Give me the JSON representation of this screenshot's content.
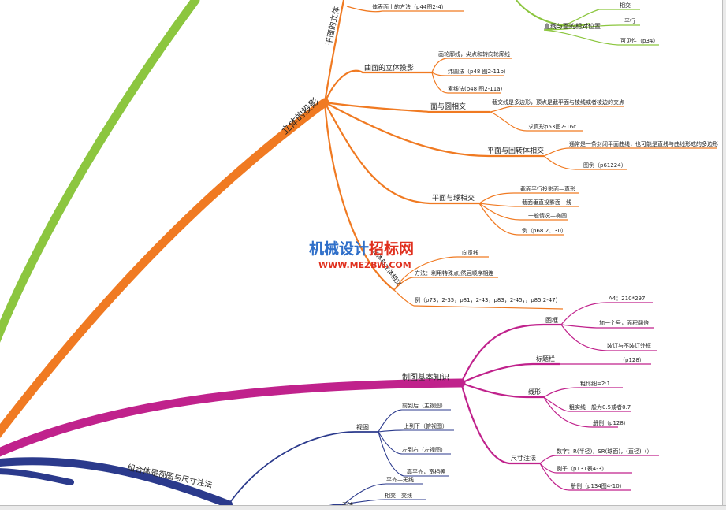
{
  "colors": {
    "orange": "#f07a22",
    "magenta": "#c0228c",
    "navy": "#2b3a8c",
    "green": "#8cc63f",
    "watermark_blue": "#2f6fc9",
    "watermark_red": "#e0301e"
  },
  "watermark": {
    "line1a": "机械设计",
    "line1b": "招标网",
    "line2": "WWW.MEZBW.COM"
  },
  "nodes": {
    "ortho": "立体的投影",
    "plane_solid": "平面的立体",
    "plane_surface_method": "体表面上的方法（p44图2-4）",
    "parallel_cross": "相交",
    "parallel_para": "平行",
    "visibility": "可见性（p34）",
    "line_plane_relation": "直线与面的相对位置",
    "curved_solid": "曲面的立体投影",
    "contour_line": "画轮廓线，尖点和转向轮廓线",
    "meridian": "纬圆法（p48 图2-11b）",
    "generatrix": "素线法(p48 图2-11a)",
    "plane_circle": "面与圆相交",
    "polygon_section": "截交线是多边形，顶点是截平面与棱线或者棱边的交点",
    "true_shape": "求真形p53图2-16c",
    "plane_revolve": "平面与回转体相交",
    "closed_curve": "通常是一条封闭平面曲线，也可能是直线与曲线形成的多边形",
    "example_61224": "图例（p61224）",
    "plane_sphere": "平面与球相交",
    "parallel_plane_circle": "截面平行投影面—真形",
    "perpendicular_line": "截面垂直投影面—线",
    "general_ellipse": "一般情况—椭圆",
    "example_68": "例（p68 2、30）",
    "solid_intersect": "立体与立体相交",
    "intersection_line": "向贯线",
    "special_point_method": "方法：利用特殊点,然后顺序相连",
    "examples_73": "例（p73，2-35，p81，2-43，p83，2-45，，p85,2-47）",
    "drawing_basics": "制图基本知识",
    "frame": "图框",
    "a4": "A4：210*297",
    "add_number": "加一个号，面积翻倍",
    "binding": "装订与不装订外框",
    "title_block": "标题栏",
    "p128_title": "（p128）",
    "line_type": "线形",
    "thickness_ratio": "粗比细=2:1",
    "thick_width": "粗实线一般为0.5或者0.7",
    "line_example": "册例（p128）",
    "dimension": "尺寸注法",
    "digits": "数字：R(半径)，SR(球面)，(直径)（）",
    "example_131": "例子（p131表4-3）",
    "example_134": "册例（p134图4-10）",
    "assembly_view": "组合体是视图与尺寸注法",
    "view": "视图",
    "front_back": "前到后（主视图）",
    "top_down": "上到下（俯视图）",
    "left_right": "左到右（左视图）",
    "long_align": "高平齐，宽相等",
    "method": "画法",
    "flush_no_line": "平齐—无线",
    "intersect_line": "相交—交线"
  }
}
